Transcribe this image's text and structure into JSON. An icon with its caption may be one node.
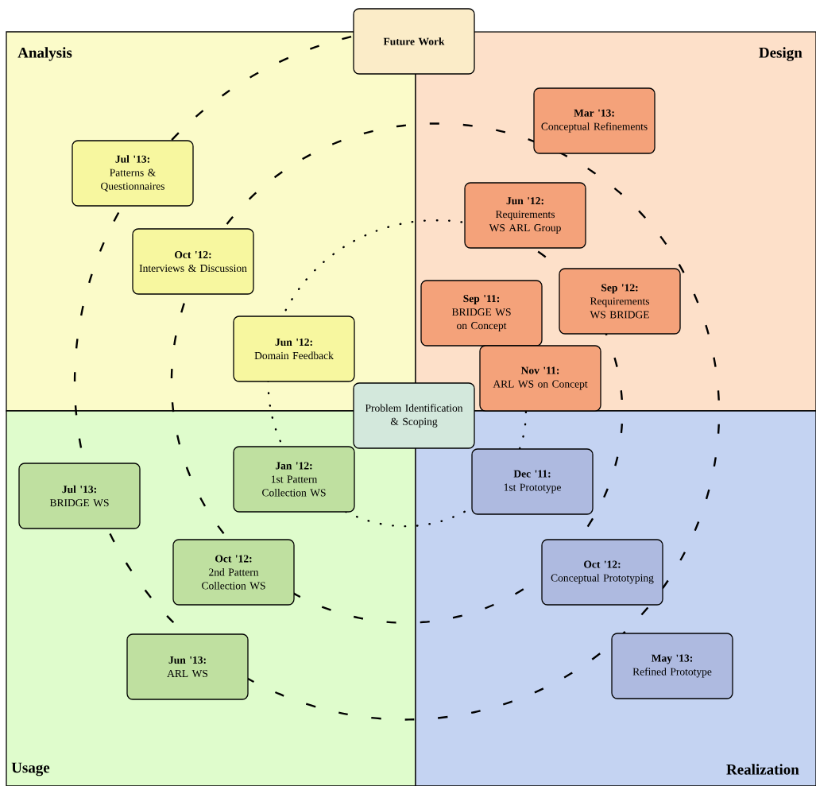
{
  "diagram": {
    "nodes": [
      {
        "text": [
          "Analysis"
        ]
      },
      {
        "text": [
          "Design"
        ]
      },
      {
        "text": [
          "Usage"
        ]
      },
      {
        "text": [
          "Realization"
        ]
      },
      {
        "text": [
          "Future Work"
        ]
      },
      {
        "text": [
          "Jul '13:",
          "Patterns & Questionnaires"
        ],
        "in": 0
      },
      {
        "text": [
          "Oct '12:",
          "Interviews & Discussion"
        ],
        "in": 0
      },
      {
        "text": [
          "Jun '12:",
          "Domain Feedback"
        ],
        "in": 0
      },
      {
        "text": [
          "Mar '13:",
          "Conceptual Refinements"
        ],
        "in": 1
      },
      {
        "text": [
          "Jun '12:",
          "Requirements WS ARL Group"
        ],
        "in": 1
      },
      {
        "text": [
          "Sep '12:",
          "Requirements WS BRIDGE"
        ],
        "in": 1
      },
      {
        "text": [
          "Sep '11:",
          "BRIDGE WS on Concept"
        ],
        "in": 1
      },
      {
        "text": [
          "Nov '11:",
          "ARL WS on Concept"
        ],
        "in": 1
      },
      {
        "text": [
          "Problem Identification & Scoping"
        ]
      },
      {
        "text": [
          "Jul '13:",
          "BRIDGE WS"
        ],
        "in": 2
      },
      {
        "text": [
          "Jan '12:",
          "1st Pattern Collection WS"
        ],
        "in": 2
      },
      {
        "text": [
          "Oct '12:",
          "2nd Pattern Collection WS"
        ],
        "in": 2
      },
      {
        "text": [
          "Jun '13:",
          "ARL WS"
        ],
        "in": 2
      },
      {
        "text": [
          "Dec '11:",
          "1st Prototype"
        ],
        "in": 3
      },
      {
        "text": [
          "Oct '12:",
          "Conceptual Prototyping"
        ],
        "in": 3
      },
      {
        "text": [
          "May '13:",
          "Refined Prototype"
        ],
        "in": 3
      }
    ]
  }
}
